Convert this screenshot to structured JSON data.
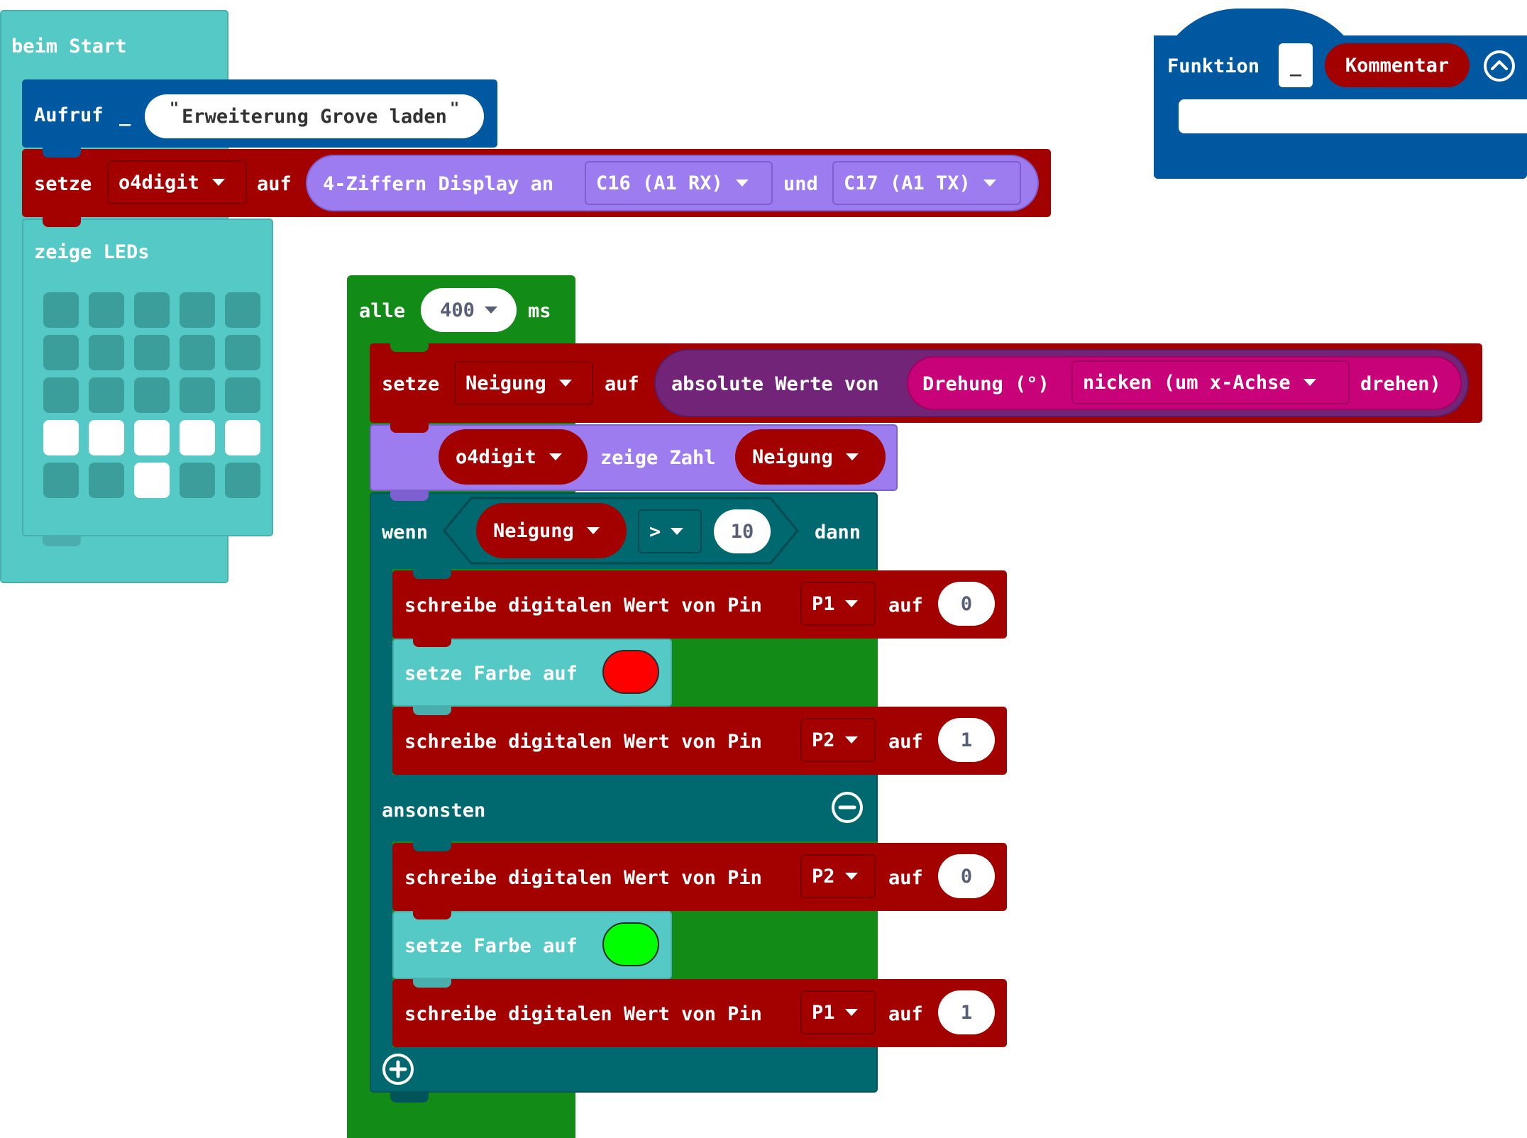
{
  "start_block": {
    "title": "beim Start"
  },
  "call_block": {
    "label": "Aufruf",
    "fn_name": "_",
    "string_value": "Erweiterung Grove laden",
    "quote_open": "\"",
    "quote_close": "\""
  },
  "set_o4digit": {
    "setze": "setze",
    "variable": "o4digit",
    "auf": "auf",
    "display_label": "4-Ziffern Display an",
    "pin1": "C16 (A1 RX)",
    "und": "und",
    "pin2": "C17 (A1 TX)"
  },
  "show_leds": {
    "label": "zeige LEDs",
    "grid": [
      [
        0,
        0,
        0,
        0,
        0
      ],
      [
        0,
        0,
        0,
        0,
        0
      ],
      [
        0,
        0,
        0,
        0,
        0
      ],
      [
        1,
        1,
        1,
        1,
        1
      ],
      [
        0,
        0,
        1,
        0,
        0
      ]
    ]
  },
  "function_block": {
    "label": "Funktion",
    "name": "_",
    "comment": "Kommentar",
    "collapse_icon": "chevron-up-circle-icon"
  },
  "loop": {
    "alle": "alle",
    "interval": "400",
    "ms": "ms"
  },
  "set_neigung": {
    "setze": "setze",
    "variable": "Neigung",
    "auf": "auf",
    "abs_label": "absolute Werte von",
    "rotation_label": "Drehung (°)",
    "axis": "nicken (um x-Achse",
    "drehen": "drehen)"
  },
  "show_number": {
    "device": "o4digit",
    "label": "zeige Zahl",
    "variable": "Neigung"
  },
  "if_block": {
    "wenn": "wenn",
    "variable": "Neigung",
    "operator": ">",
    "value": "10",
    "dann": "dann",
    "else": "ansonsten",
    "remove_icon": "minus-circle-icon",
    "add_icon": "plus-circle-icon"
  },
  "then_statements": [
    {
      "type": "write",
      "label": "schreibe digitalen Wert von Pin",
      "pin": "P1",
      "auf": "auf",
      "value": "0"
    },
    {
      "type": "color",
      "label": "setze Farbe auf",
      "color": "#ff0000"
    },
    {
      "type": "write",
      "label": "schreibe digitalen Wert von Pin",
      "pin": "P2",
      "auf": "auf",
      "value": "1"
    }
  ],
  "else_statements": [
    {
      "type": "write",
      "label": "schreibe digitalen Wert von Pin",
      "pin": "P2",
      "auf": "auf",
      "value": "0"
    },
    {
      "type": "color",
      "label": "setze Farbe auf",
      "color": "#00ff00"
    },
    {
      "type": "write",
      "label": "schreibe digitalen Wert von Pin",
      "pin": "P1",
      "auf": "auf",
      "value": "1"
    }
  ],
  "colors": {
    "basic": "#55c9c6",
    "basic_dark": "#4aafac",
    "functions": "#0059a0",
    "variables": "#a30000",
    "grove": "#9c7cef",
    "loops": "#128c16",
    "logic": "#006970",
    "math": "#722578",
    "input": "#c80278"
  }
}
